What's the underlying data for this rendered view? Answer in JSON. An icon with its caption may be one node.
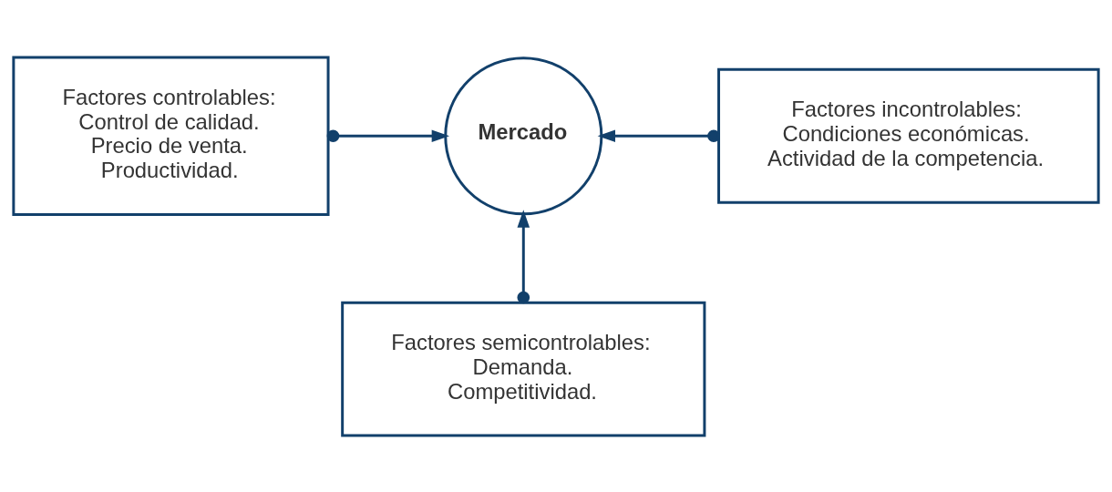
{
  "diagram": {
    "nodes": [
      {
        "text": [
          "Factores controlables:",
          "Control de calidad.",
          "Precio de venta.",
          "Productividad."
        ]
      },
      {
        "text": [
          "Mercado"
        ]
      },
      {
        "text": [
          "Factores incontrolables:",
          "Condiciones económicas.",
          "Actividad de la competencia."
        ]
      },
      {
        "text": [
          "Factores semicontrolables:",
          "Demanda.",
          "Competitividad."
        ]
      }
    ],
    "edges": [
      {
        "from": 0,
        "to": 1,
        "arrow": "to"
      },
      {
        "from": 2,
        "to": 1,
        "arrow": "to"
      },
      {
        "from": 3,
        "to": 1,
        "arrow": "to"
      }
    ]
  }
}
